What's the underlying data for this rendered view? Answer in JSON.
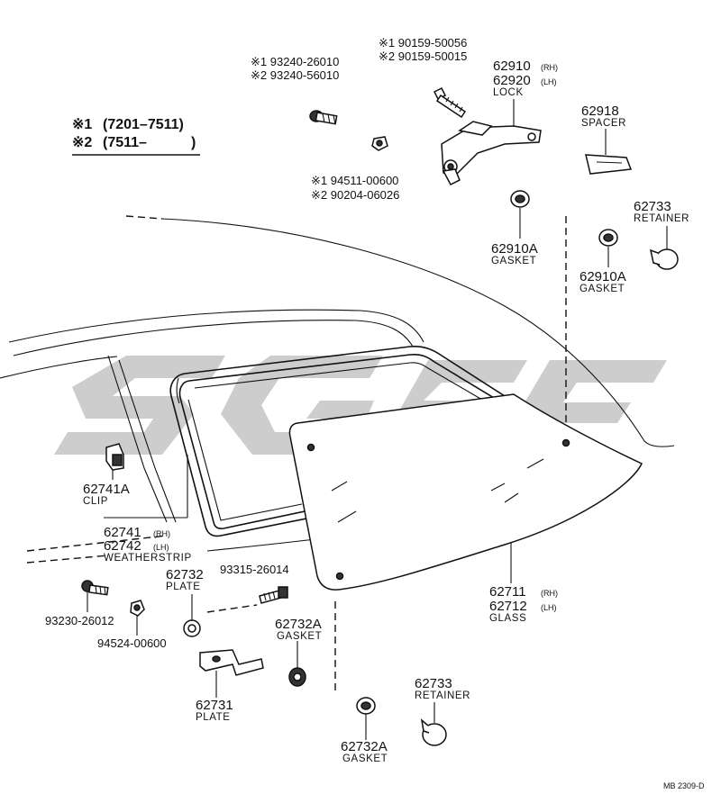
{
  "notes": {
    "n1_mark": "※1",
    "n1_range": "(7201–7511)",
    "n2_mark": "※2",
    "n2_range": "(7511–",
    "n2_close": ")"
  },
  "watermark": {
    "text": "SGSF",
    "color": "#c8c8c8"
  },
  "parts": {
    "bolt_a_n1": "※1 93240-26010",
    "bolt_a_n2": "※2 93240-56010",
    "screw_a_n1": "※1 90159-50056",
    "screw_a_n2": "※2 90159-50015",
    "nut_a_n1": "※1 94511-00600",
    "nut_a_n2": "※2 90204-06026",
    "lock_no_rh": "62910",
    "lock_rh": "(RH)",
    "lock_no_lh": "62920",
    "lock_lh": "(LH)",
    "lock_name": "LOCK",
    "spacer_no": "62918",
    "spacer_name": "SPACER",
    "gasket1_no": "62910A",
    "gasket1_name": "GASKET",
    "retainer1_no": "62733",
    "retainer1_name": "RETAINER",
    "gasket2_no": "62910A",
    "gasket2_name": "GASKET",
    "clip_no": "62741A",
    "clip_name": "CLIP",
    "ws_no_rh": "62741",
    "ws_rh": "(RH)",
    "ws_no_lh": "62742",
    "ws_lh": "(LH)",
    "ws_name": "WEATHERSTRIP",
    "plate_small_no": "62732",
    "plate_small_name": "PLATE",
    "screw_b": "93315-26014",
    "bolt_b": "93230-26012",
    "nut_b": "94524-00600",
    "gasket3_no": "62732A",
    "gasket3_name": "GASKET",
    "plate_no": "62731",
    "plate_name": "PLATE",
    "glass_no_rh": "62711",
    "glass_rh": "(RH)",
    "glass_no_lh": "62712",
    "glass_lh": "(LH)",
    "glass_name": "GLASS",
    "retainer2_no": "62733",
    "retainer2_name": "RETAINER",
    "gasket4_no": "62732A",
    "gasket4_name": "GASKET"
  },
  "footer": {
    "code": "MB 2309-D"
  }
}
